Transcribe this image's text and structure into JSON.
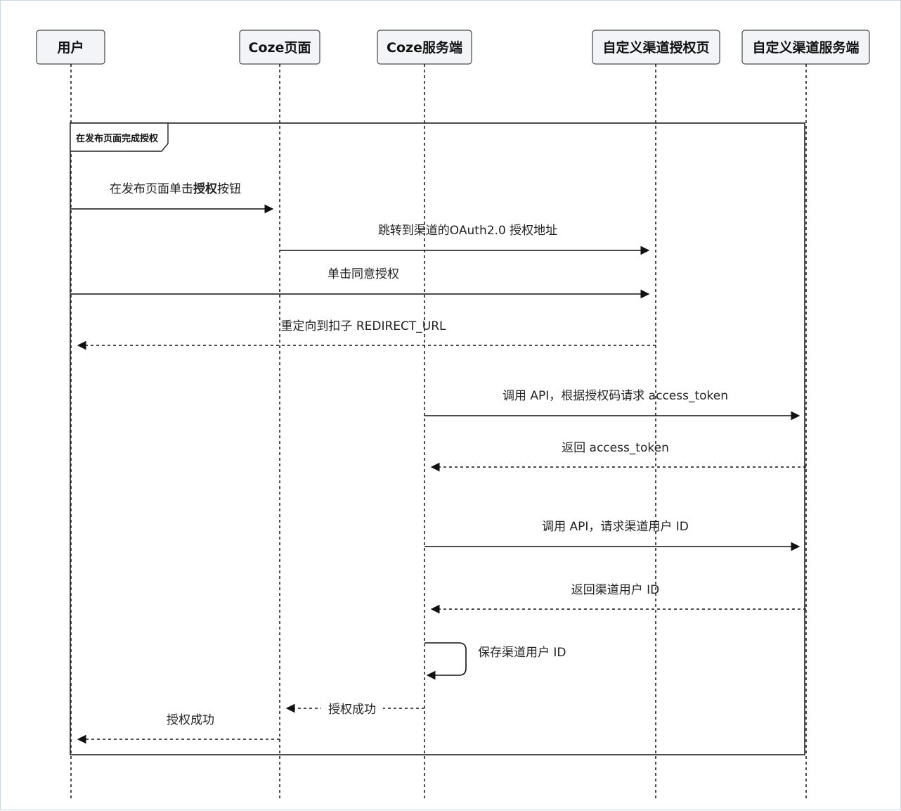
{
  "actors": [
    {
      "id": "user",
      "label": "用户"
    },
    {
      "id": "coze_page",
      "label": "Coze页面"
    },
    {
      "id": "coze_server",
      "label": "Coze服务端"
    },
    {
      "id": "custom_auth_page",
      "label": "自定义渠道授权页"
    },
    {
      "id": "custom_server",
      "label": "自定义渠道服务端"
    }
  ],
  "frame": {
    "label": "在发布页面完成授权"
  },
  "messages": [
    {
      "from": "user",
      "to": "coze_page",
      "style": "solid",
      "text_parts": [
        {
          "t": "在发布页面单击",
          "bold": false
        },
        {
          "t": "授权",
          "bold": true
        },
        {
          "t": "按钮",
          "bold": false
        }
      ]
    },
    {
      "from": "coze_page",
      "to": "custom_auth_page",
      "style": "solid",
      "text_parts": [
        {
          "t": "跳转到渠道的OAuth2.0 授权地址",
          "bold": false
        }
      ]
    },
    {
      "from": "user",
      "to": "custom_auth_page",
      "style": "solid",
      "text_parts": [
        {
          "t": "单击同意授权",
          "bold": false
        }
      ]
    },
    {
      "from": "custom_auth_page",
      "to": "user",
      "style": "dashed",
      "text_parts": [
        {
          "t": "重定向到扣子 REDIRECT_URL",
          "bold": false
        }
      ]
    },
    {
      "from": "coze_server",
      "to": "custom_server",
      "style": "solid",
      "text_parts": [
        {
          "t": "调用 API，根据授权码请求 access_token",
          "bold": false
        }
      ]
    },
    {
      "from": "custom_server",
      "to": "coze_server",
      "style": "dashed",
      "text_parts": [
        {
          "t": "返回 access_token",
          "bold": false
        }
      ]
    },
    {
      "from": "coze_server",
      "to": "custom_server",
      "style": "solid",
      "text_parts": [
        {
          "t": "调用 API，请求渠道用户 ID",
          "bold": false
        }
      ]
    },
    {
      "from": "custom_server",
      "to": "coze_server",
      "style": "dashed",
      "text_parts": [
        {
          "t": "返回渠道用户 ID",
          "bold": false
        }
      ]
    },
    {
      "from": "coze_server",
      "to": "coze_server",
      "style": "self",
      "text_parts": [
        {
          "t": "保存渠道用户 ID",
          "bold": false
        }
      ]
    },
    {
      "from": "coze_server",
      "to": "coze_page",
      "style": "dashed",
      "text_parts": [
        {
          "t": "授权成功",
          "bold": false
        }
      ]
    },
    {
      "from": "coze_page",
      "to": "user",
      "style": "dashed",
      "text_parts": [
        {
          "t": "授权成功",
          "bold": false
        }
      ]
    }
  ]
}
